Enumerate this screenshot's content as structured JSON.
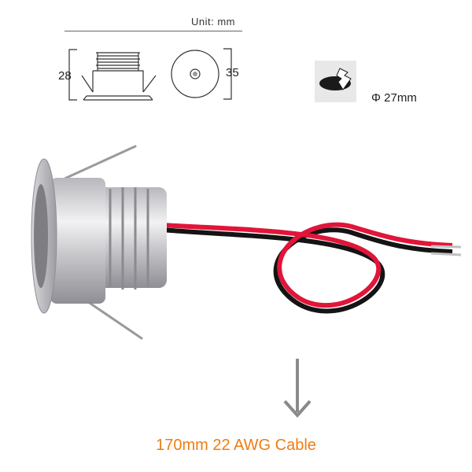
{
  "unit_label": "Unit: mm",
  "dimensions": {
    "height": "28",
    "diameter": "35",
    "cutout": "Φ 27mm"
  },
  "caption": "170mm 22 AWG Cable",
  "colors": {
    "caption": "#f07c10",
    "arrow": "#8a8a8a",
    "wire_red": "#e0153a",
    "wire_black": "#141414",
    "icon_bg": "#e8e8e8"
  },
  "icons": [
    "side-view-drawing-icon",
    "front-view-drawing-icon",
    "cutout-hole-icon",
    "down-arrow-icon"
  ]
}
